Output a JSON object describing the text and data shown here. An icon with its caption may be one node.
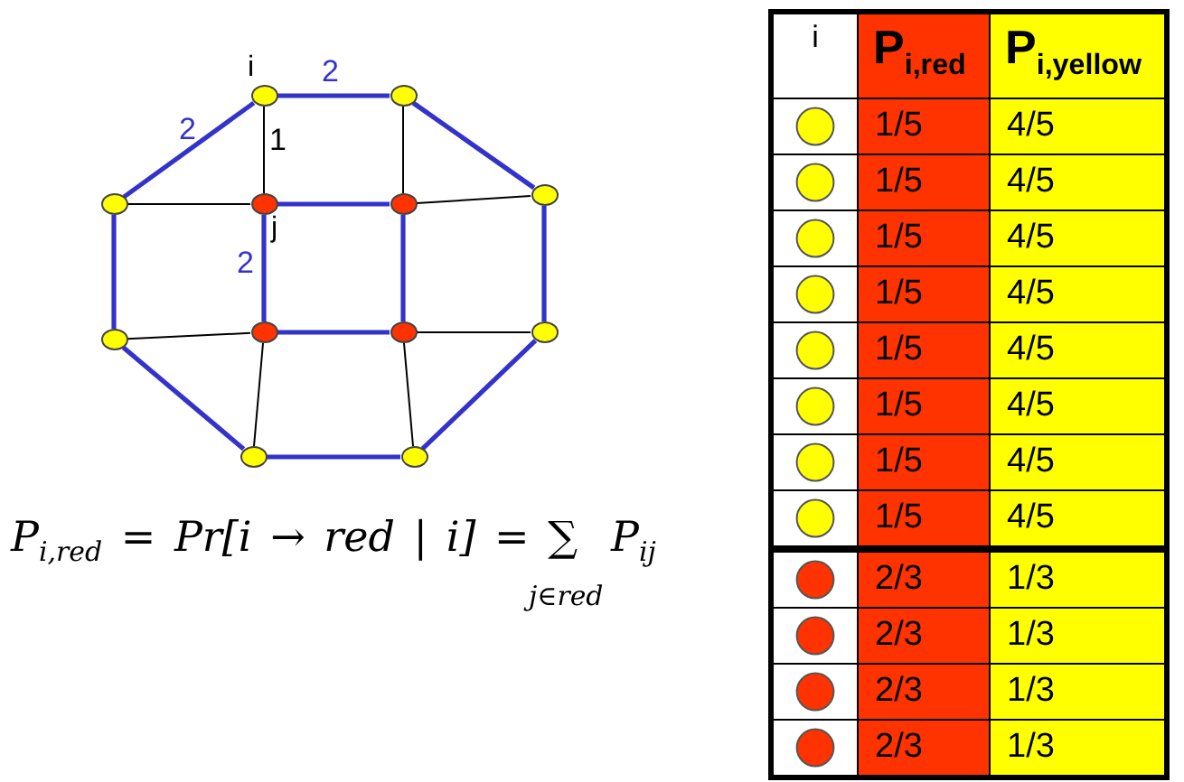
{
  "diagram": {
    "nodes": [
      {
        "text": [],
        "shape": "circle",
        "beside": [
          "i"
        ]
      },
      {
        "text": [],
        "shape": "circle"
      },
      {
        "text": [],
        "shape": "circle"
      },
      {
        "text": [],
        "shape": "circle",
        "beside": [
          "j"
        ]
      },
      {
        "text": [],
        "shape": "circle"
      },
      {
        "text": [],
        "shape": "circle"
      },
      {
        "text": [],
        "shape": "circle"
      },
      {
        "text": [],
        "shape": "circle"
      },
      {
        "text": [],
        "shape": "circle"
      },
      {
        "text": [],
        "shape": "circle"
      },
      {
        "text": [],
        "shape": "circle"
      },
      {
        "text": [],
        "shape": "circle"
      }
    ],
    "edges": [
      {
        "from": 0,
        "to": 1,
        "arrow": "none",
        "label": "2"
      },
      {
        "from": 0,
        "to": 2,
        "arrow": "none",
        "label": "2"
      },
      {
        "from": 1,
        "to": 5,
        "arrow": "none"
      },
      {
        "from": 5,
        "to": 9,
        "arrow": "none"
      },
      {
        "from": 9,
        "to": 11,
        "arrow": "none"
      },
      {
        "from": 11,
        "to": 10,
        "arrow": "none"
      },
      {
        "from": 10,
        "to": 6,
        "arrow": "none"
      },
      {
        "from": 6,
        "to": 2,
        "arrow": "none"
      },
      {
        "from": 3,
        "to": 4,
        "arrow": "none"
      },
      {
        "from": 4,
        "to": 8,
        "arrow": "none"
      },
      {
        "from": 8,
        "to": 7,
        "arrow": "none"
      },
      {
        "from": 3,
        "to": 7,
        "arrow": "none",
        "label": "2"
      },
      {
        "from": 0,
        "to": 3,
        "arrow": "none",
        "label": "1",
        "color": "#000000"
      },
      {
        "from": 1,
        "to": 4,
        "arrow": "none",
        "color": "#000000"
      },
      {
        "from": 2,
        "to": 3,
        "arrow": "none",
        "color": "#000000"
      },
      {
        "from": 4,
        "to": 5,
        "arrow": "none",
        "color": "#000000"
      },
      {
        "from": 8,
        "to": 9,
        "arrow": "none",
        "color": "#000000"
      },
      {
        "from": 6,
        "to": 7,
        "arrow": "none",
        "color": "#000000"
      },
      {
        "from": 7,
        "to": 10,
        "arrow": "none",
        "color": "#000000"
      },
      {
        "from": 8,
        "to": 11,
        "arrow": "none",
        "color": "#000000"
      }
    ],
    "labels": [
      "P$_{i,red}$ = Pr[i → red | i] = ∑$_{j∈red}$ P$_{ij}$",
      "i",
      "P$_{i,red}$",
      "P$_{i,yellow}$",
      "1/5",
      "4/5",
      "1/5",
      "4/5",
      "1/5",
      "4/5",
      "1/5",
      "4/5",
      "1/5",
      "4/5",
      "1/5",
      "4/5",
      "1/5",
      "4/5",
      "1/5",
      "4/5",
      "2/3",
      "1/3",
      "2/3",
      "1/3",
      "2/3",
      "1/3",
      "2/3",
      "1/3"
    ]
  }
}
